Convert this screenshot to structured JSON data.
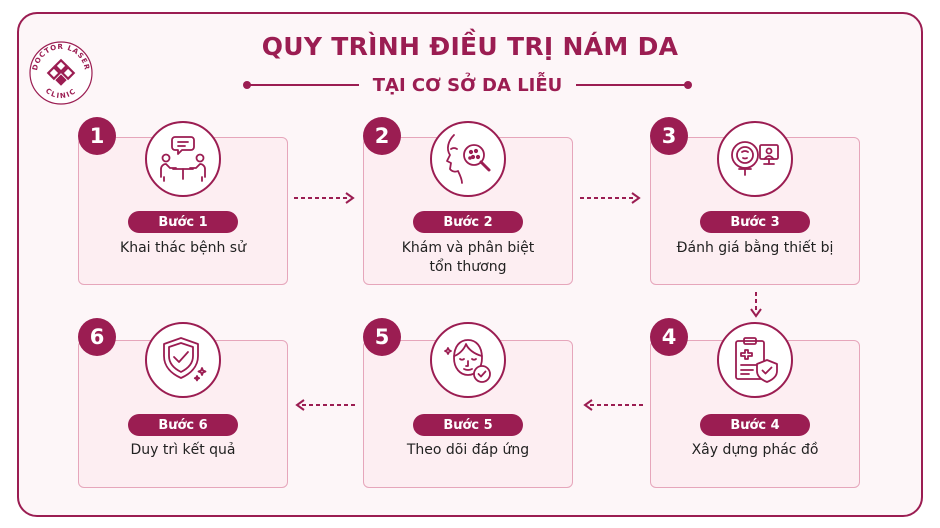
{
  "header": {
    "title": "QUY TRÌNH ĐIỀU TRỊ NÁM DA",
    "subtitle": "TẠI CƠ SỞ DA LIỄU"
  },
  "logo": {
    "text": "DOCTOR LASER CLINIC"
  },
  "colors": {
    "primary": "#9b1d52",
    "card_bg": "#fdeef2",
    "card_border": "#e6a6bb"
  },
  "steps": [
    {
      "number": "1",
      "label": "Bước 1",
      "desc_line1": "Khai thác bệnh sử",
      "desc_line2": "",
      "icon": "consultation-icon"
    },
    {
      "number": "2",
      "label": "Bước 2",
      "desc_line1": "Khám và phân biệt",
      "desc_line2": "tổn thương",
      "icon": "skin-exam-icon"
    },
    {
      "number": "3",
      "label": "Bước 3",
      "desc_line1": "Đánh giá bằng thiết bị",
      "desc_line2": "",
      "icon": "skin-analyzer-icon"
    },
    {
      "number": "4",
      "label": "Bước 4",
      "desc_line1": "Xây dựng phác đồ",
      "desc_line2": "",
      "icon": "treatment-plan-icon"
    },
    {
      "number": "5",
      "label": "Bước 5",
      "desc_line1": "Theo dõi đáp ứng",
      "desc_line2": "",
      "icon": "face-check-icon"
    },
    {
      "number": "6",
      "label": "Bước 6",
      "desc_line1": "Duy trì kết quả",
      "desc_line2": "",
      "icon": "shield-check-icon"
    }
  ]
}
